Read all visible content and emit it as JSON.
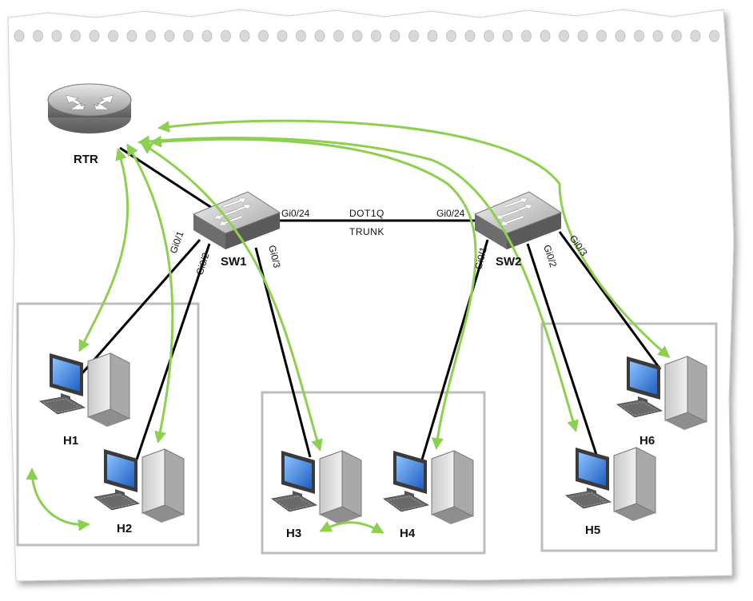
{
  "nodes": {
    "router": "RTR",
    "switch1": "SW1",
    "switch2": "SW2",
    "hosts": [
      "H1",
      "H2",
      "H3",
      "H4",
      "H5",
      "H6"
    ]
  },
  "ports": {
    "sw1_gi01": "Gi0/1",
    "sw1_gi02": "Gi0/2",
    "sw1_gi03": "Gi0/3",
    "sw1_gi024": "Gi0/24",
    "sw2_gi01": "Gi0/1",
    "sw2_gi02": "Gi0/2",
    "sw2_gi03": "Gi0/3",
    "sw2_gi024": "Gi0/24"
  },
  "trunk": {
    "line1": "DOT1Q",
    "line2": "TRUNK"
  },
  "colors": {
    "arrow": "#8dd04f",
    "link": "#000000",
    "group_border": "#bdbdbd",
    "monitor_screen": "#3d7fd6"
  }
}
